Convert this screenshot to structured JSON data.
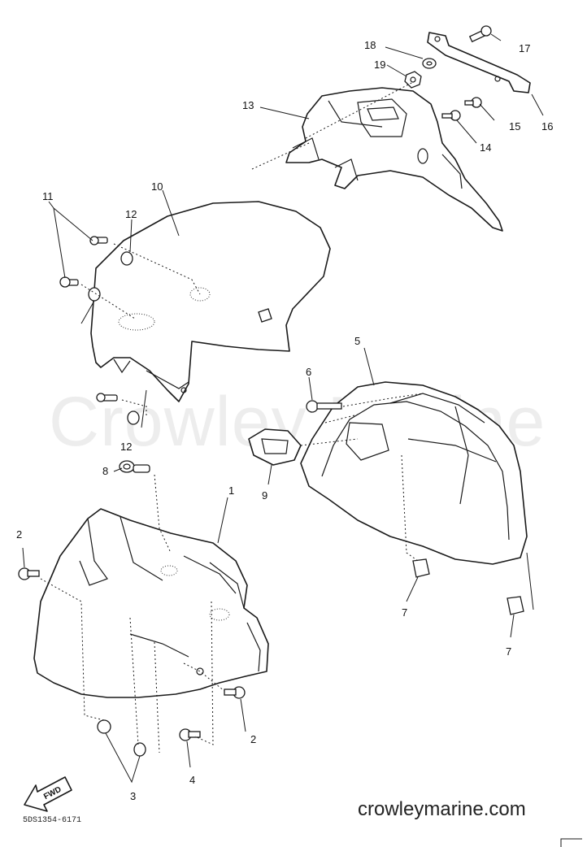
{
  "diagram": {
    "watermark": "Crowley Marine",
    "site_label": "crowleymarine.com",
    "figure_code": "5DS1354-6171",
    "direction_label": "FWD",
    "callouts": [
      {
        "id": "c1",
        "label": "1"
      },
      {
        "id": "c2a",
        "label": "2"
      },
      {
        "id": "c2b",
        "label": "2"
      },
      {
        "id": "c3",
        "label": "3"
      },
      {
        "id": "c4",
        "label": "4"
      },
      {
        "id": "c5",
        "label": "5"
      },
      {
        "id": "c6",
        "label": "6"
      },
      {
        "id": "c7a",
        "label": "7"
      },
      {
        "id": "c7b",
        "label": "7"
      },
      {
        "id": "c8",
        "label": "8"
      },
      {
        "id": "c9",
        "label": "9"
      },
      {
        "id": "c10",
        "label": "10"
      },
      {
        "id": "c11",
        "label": "11"
      },
      {
        "id": "c12a",
        "label": "12"
      },
      {
        "id": "c12b",
        "label": "12"
      },
      {
        "id": "c13",
        "label": "13"
      },
      {
        "id": "c14",
        "label": "14"
      },
      {
        "id": "c15",
        "label": "15"
      },
      {
        "id": "c16",
        "label": "16"
      },
      {
        "id": "c17",
        "label": "17"
      },
      {
        "id": "c18",
        "label": "18"
      },
      {
        "id": "c19",
        "label": "19"
      }
    ]
  }
}
